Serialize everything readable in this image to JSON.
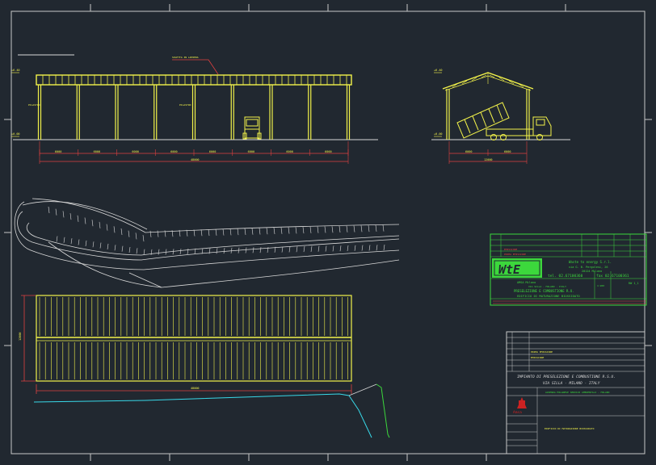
{
  "drawing": {
    "background": "#212830",
    "colors": {
      "structure": "#f2f24a",
      "dimension": "#e04040",
      "outline": "#d8d8d8",
      "green": "#3cd83c",
      "cyan": "#38d8e8",
      "frame": "#c8c8c8",
      "logo_red": "#cc2222"
    },
    "front_elevation": {
      "labels": [
        "+0.00",
        "+6.40",
        "SOLETTA IN LAMIERA",
        "PILASTRO",
        "PILASTRO"
      ],
      "bay_dims": [
        "6000",
        "6000",
        "6000",
        "6000",
        "6000",
        "6000",
        "6000",
        "6000"
      ],
      "total_dim": "48000"
    },
    "side_elevation": {
      "labels": [
        "+6.40",
        "+0.00"
      ],
      "bay_dims": [
        "6000",
        "6000"
      ],
      "total_dim": "12000"
    },
    "plan": {
      "total_dim": "48000",
      "side_dim": "12000"
    },
    "title_block_top": {
      "company_line1": "Waste to energy S.r.l.",
      "company_line2": "via G. B. Pergolesi, 26",
      "company_line3": "20124 Milano",
      "logo": "WtE",
      "tel": "tel. 02.67100360",
      "fax": "fax 02.67100361",
      "client": "AMSA Milano",
      "client_addr": "VIA SILLA - MILANO - ITALY",
      "project": "PRESELEZIONE E COMBUSTIONE R.U.",
      "drawing_title": "EDIFICIO DI MATURAZIONE BIOSSIDATO",
      "sheet": "RW 1_1",
      "scale": "1:200",
      "rev_rows": [
        "EMISSIONE",
        "PRIMA EMISSIONE"
      ]
    },
    "title_block_main": {
      "plant_line1": "IMPIANTO DI PRESELEZIONE E COMBUSTIONE R.S.U.",
      "plant_line2": "VIA SILLA - MILANO - ITALY",
      "client_line": "AZIENDA MILANESE SERVIZI AMBIENTALI - MILANO",
      "drawing_line": "EDIFICIO DI MATURAZIONE BIOSSIDATO",
      "logo_caption": "Amsa",
      "rev_rows": [
        "PRIMA EMISSIONE",
        "EMISSIONE"
      ]
    }
  }
}
